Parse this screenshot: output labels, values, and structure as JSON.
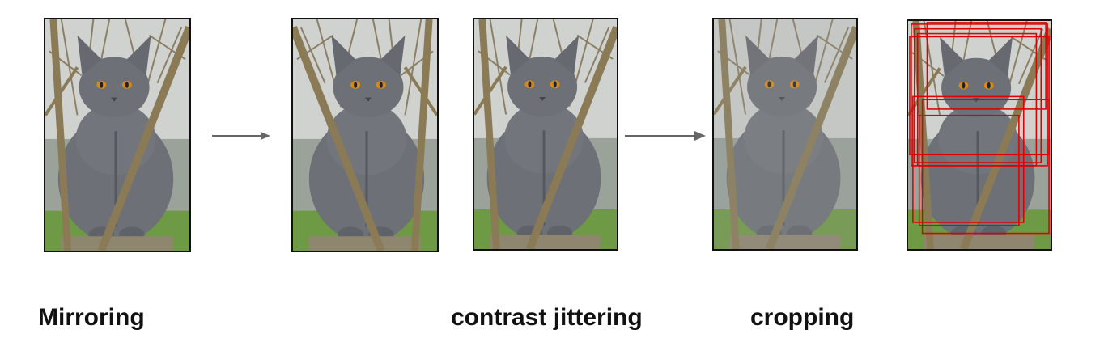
{
  "labels": {
    "mirroring": "Mirroring",
    "contrast": "contrast jittering",
    "cropping": "cropping"
  },
  "colors": {
    "cat": "#6d7077",
    "cat_dark": "#55585f",
    "eye": "#d58a1a",
    "branch": "#8a7a55",
    "background": "#c9c9c2",
    "grass": "#6f9a45",
    "crop_box": "#e00000",
    "arrow": "#666666"
  },
  "images": [
    {
      "id": "original",
      "depicts": "cat-photo",
      "transform": "none"
    },
    {
      "id": "mirrored",
      "depicts": "cat-photo",
      "transform": "horizontal-flip"
    },
    {
      "id": "contrast-original",
      "depicts": "cat-photo",
      "transform": "none"
    },
    {
      "id": "contrast-jittered",
      "depicts": "cat-photo",
      "transform": "reduced-contrast"
    },
    {
      "id": "cropped",
      "depicts": "cat-photo",
      "transform": "random-crops"
    }
  ],
  "arrows": [
    "right-arrow",
    "right-arrow"
  ]
}
